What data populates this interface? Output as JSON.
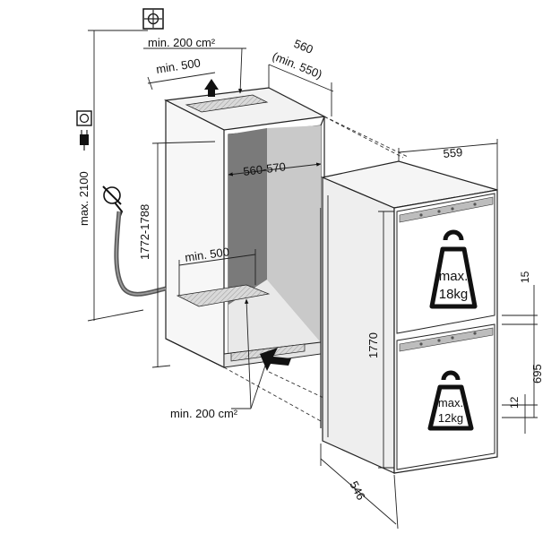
{
  "labels": {
    "max_height": "max. 2100",
    "vent_top_area": "min. 200 cm²",
    "vent_top_width": "min. 500",
    "depth_top": "560",
    "depth_top_min": "(min. 550)",
    "niche_width": "560-570",
    "niche_height": "1772-1788",
    "vent_bottom_width": "min. 500",
    "vent_bottom_area": "min. 200 cm²",
    "appliance_width": "559",
    "appliance_height": "1770",
    "appliance_depth": "546",
    "gap_top": "15",
    "door_height": "695",
    "gap_bottom": "12",
    "load_upper_title": "max.",
    "load_upper_value": "18kg",
    "load_lower_title": "max.",
    "load_lower_value": "12kg"
  },
  "icons": [
    "position-target-icon",
    "power-socket-icon",
    "plug-icon",
    "water-tap-icon",
    "weight-icon"
  ]
}
